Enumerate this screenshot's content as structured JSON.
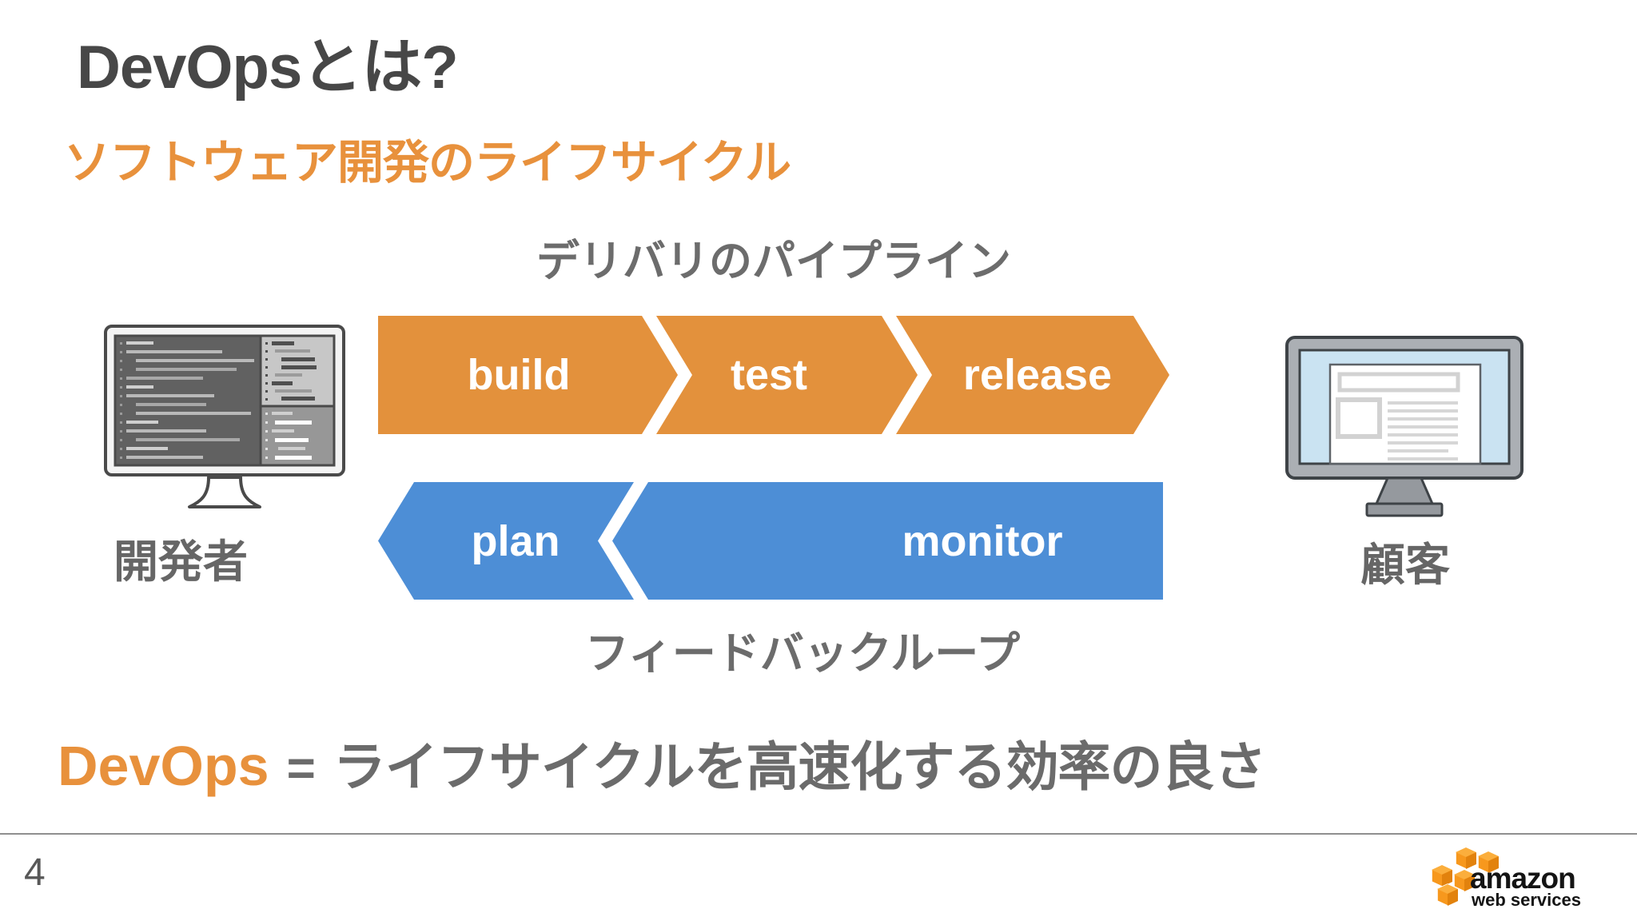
{
  "slide": {
    "title": "DevOpsとは?",
    "subtitle": "ソフトウェア開発のライフサイクル",
    "pipeline_label": "デリバリのパイプライン",
    "feedback_label": "フィードバックループ",
    "pipeline_steps": [
      "build",
      "test",
      "release"
    ],
    "feedback_steps": [
      "plan",
      "monitor"
    ],
    "developer_label": "開発者",
    "customer_label": "顧客",
    "statement": {
      "term": "DevOps",
      "equals": "=",
      "definition": "ライフサイクルを高速化する効率の良さ"
    },
    "page_number": "4",
    "logo": {
      "line1": "amazon",
      "line2": "web services"
    },
    "colors": {
      "accent_orange": "#E8913C",
      "band_orange": "#E3913C",
      "band_blue": "#4D8ED6",
      "title_gray": "#474747",
      "label_gray": "#6C6C6C",
      "statement_gray": "#6B6B6B",
      "device_label_gray": "#666666",
      "aws_orange": "#F7981D"
    }
  }
}
